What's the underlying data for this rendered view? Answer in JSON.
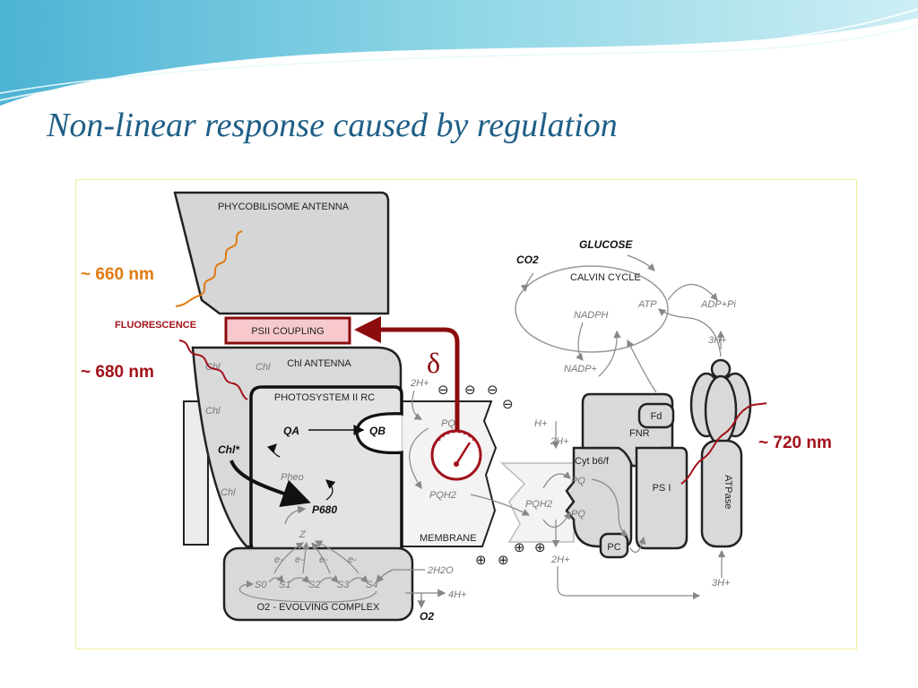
{
  "slide": {
    "title": "Non-linear response caused by regulation"
  },
  "colors": {
    "title": "#1f5f87",
    "accent_dark_red": "#8b0c0c",
    "orange": "#e07a10",
    "frame": "#f2ee9a",
    "box_fill": "#d9d9d9",
    "box_stroke": "#222222"
  },
  "wavelengths": {
    "w660": "~ 660 nm",
    "w680": "~ 680 nm",
    "w720": "~ 720 nm"
  },
  "labels": {
    "fluorescence": "FLUORESCENCE",
    "phycobilisome": "PHYCOBILISOME ANTENNA",
    "psii_coupling": "PSII COUPLING",
    "chl_antenna": "Chl ANTENNA",
    "chl": "Chl",
    "chl_star": "Chl*",
    "psii_rc": "PHOTOSYSTEM II  RC",
    "qa": "QA",
    "qb": "QB",
    "pheo": "Pheo",
    "p680": "P680",
    "z": "Z",
    "e": "e-",
    "s0": "S0",
    "s1": "S1",
    "s2": "S2",
    "s3": "S3",
    "s4": "S4",
    "oec": "O2 - EVOLVING COMPLEX",
    "o2": "O2",
    "h2o": "2H2O",
    "h4": "4H+",
    "delta": "δ",
    "two_h_top": "2H+",
    "pq": "PQ",
    "pqh2": "PQH2",
    "membrane": "MEMBRANE",
    "minus": "⊖",
    "plus": "⊕",
    "pq_cyt_top": "PQ",
    "pqh2_mid": "PQH2",
    "pq_cyt_bot": "PQ",
    "two_h_bottom": "2H+",
    "h_plus": "H+",
    "two_h_cyt": "2H+",
    "cyt": "Cyt b6/f",
    "pc": "PC",
    "ps1": "PS I",
    "fd": "Fd",
    "fnr": "FNR",
    "atpase": "ATPase",
    "three_h_top": "3H+",
    "three_h_bottom": "3H+",
    "glucose": "GLUCOSE",
    "co2": "CO2",
    "calvin": "CALVIN CYCLE",
    "nadph": "NADPH",
    "atp": "ATP",
    "adp": "ADP+Pi",
    "nadp": "NADP+"
  }
}
